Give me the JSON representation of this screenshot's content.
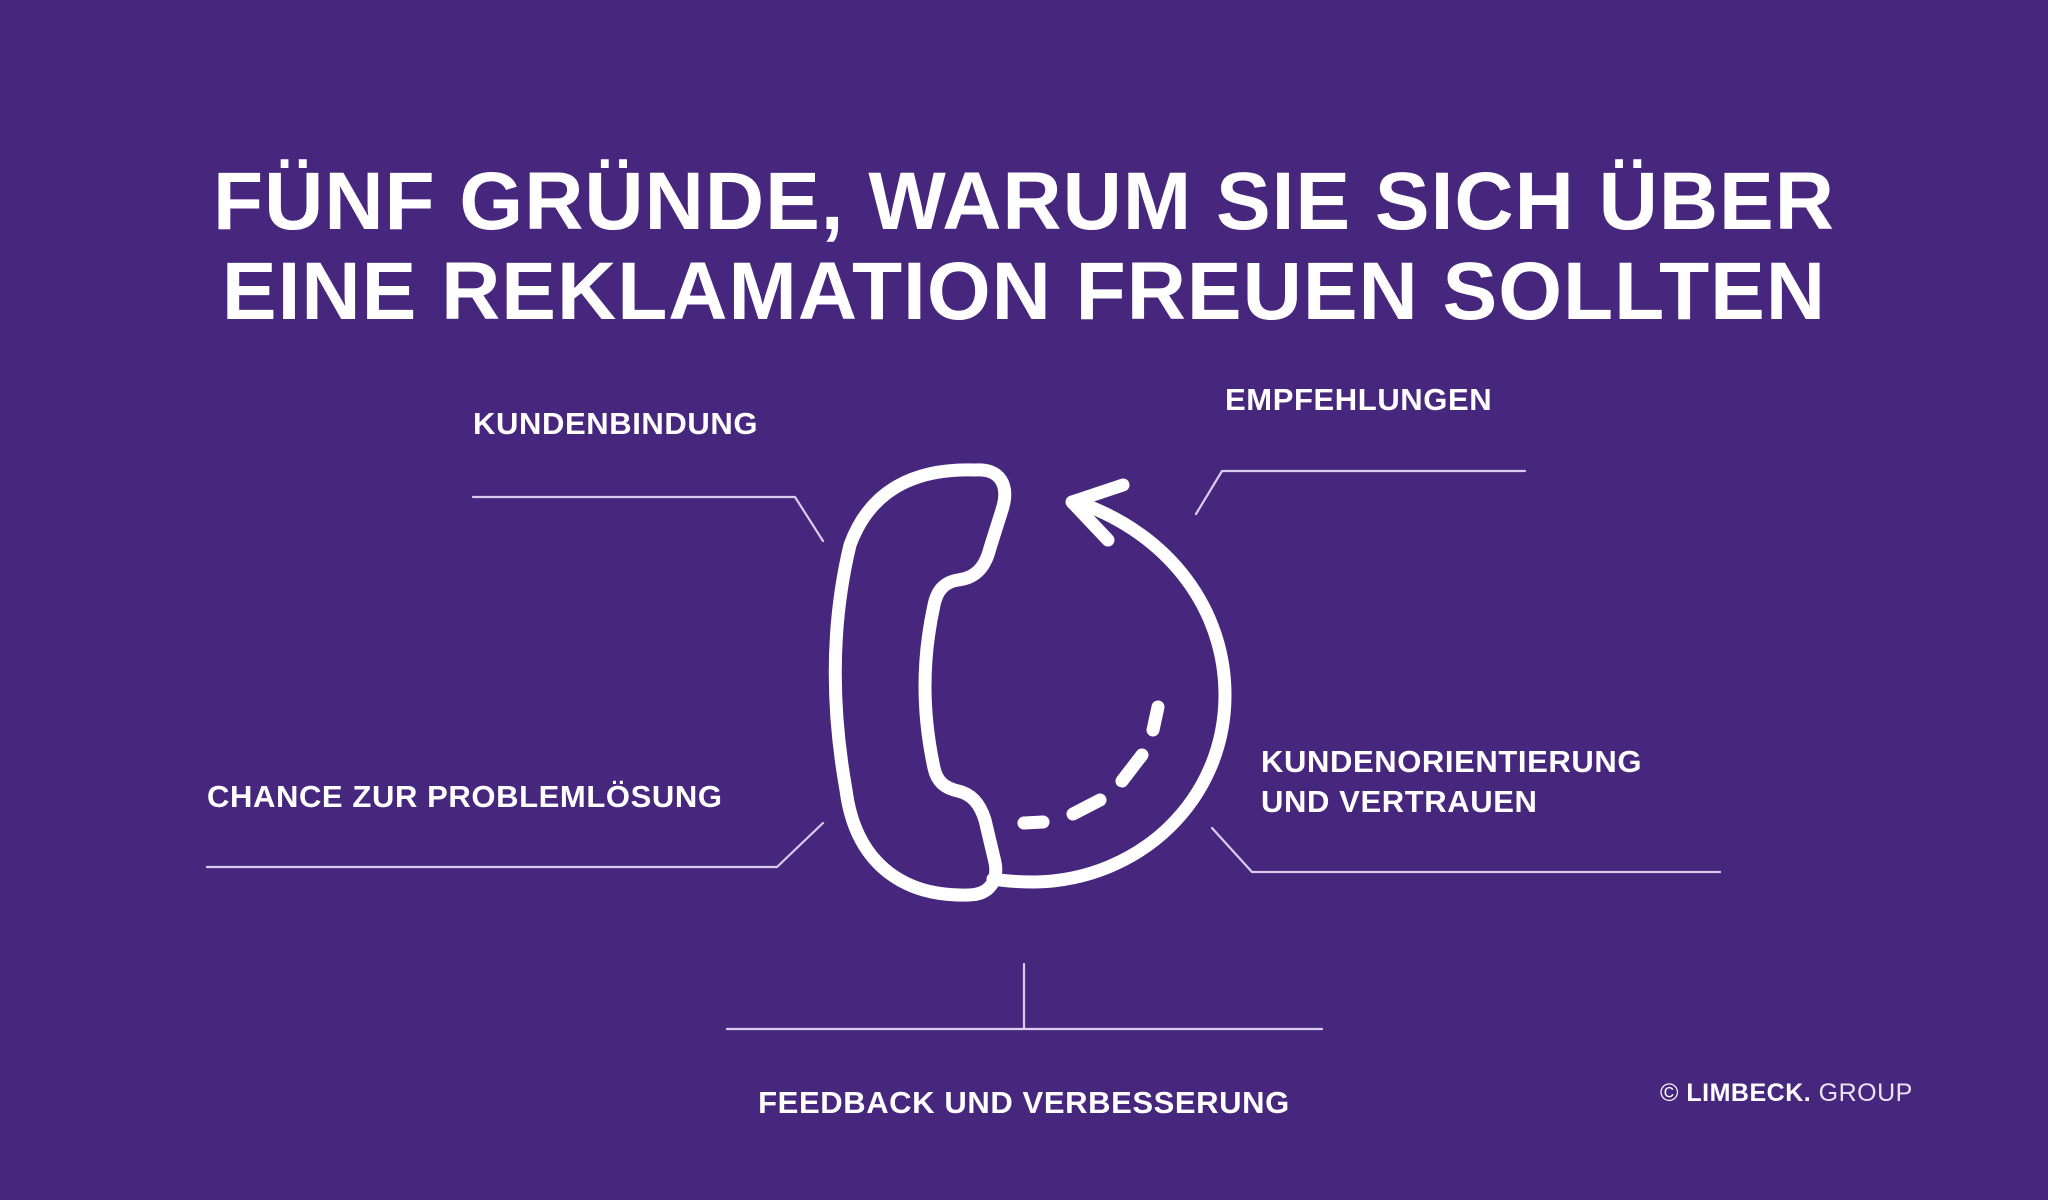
{
  "title": {
    "line1": "FÜNF GRÜNDE, WARUM SIE SICH ÜBER",
    "line2": "EINE REKLAMATION FREUEN SOLLTEN"
  },
  "reasons": [
    {
      "id": "kundenbindung",
      "lines": [
        "KUNDENBINDUNG"
      ]
    },
    {
      "id": "empfehlungen",
      "lines": [
        "EMPFEHLUNGEN"
      ]
    },
    {
      "id": "chance",
      "lines": [
        "CHANCE ZUR PROBLEMLÖSUNG"
      ]
    },
    {
      "id": "kundenorientierung",
      "lines": [
        "KUNDENORIENTIERUNG",
        "UND VERTRAUEN"
      ]
    },
    {
      "id": "feedback",
      "lines": [
        "FEEDBACK UND VERBESSERUNG"
      ]
    }
  ],
  "center_icon": {
    "name": "phone-with-circular-arrow-icon",
    "description": "telephone handset with circular return arrow"
  },
  "copyright": {
    "symbol": "©",
    "brand": "LIMBECK.",
    "suffix": "GROUP"
  },
  "colors": {
    "background": "#46277d",
    "foreground": "#ffffff",
    "connector_lines": "#d9cdee"
  }
}
